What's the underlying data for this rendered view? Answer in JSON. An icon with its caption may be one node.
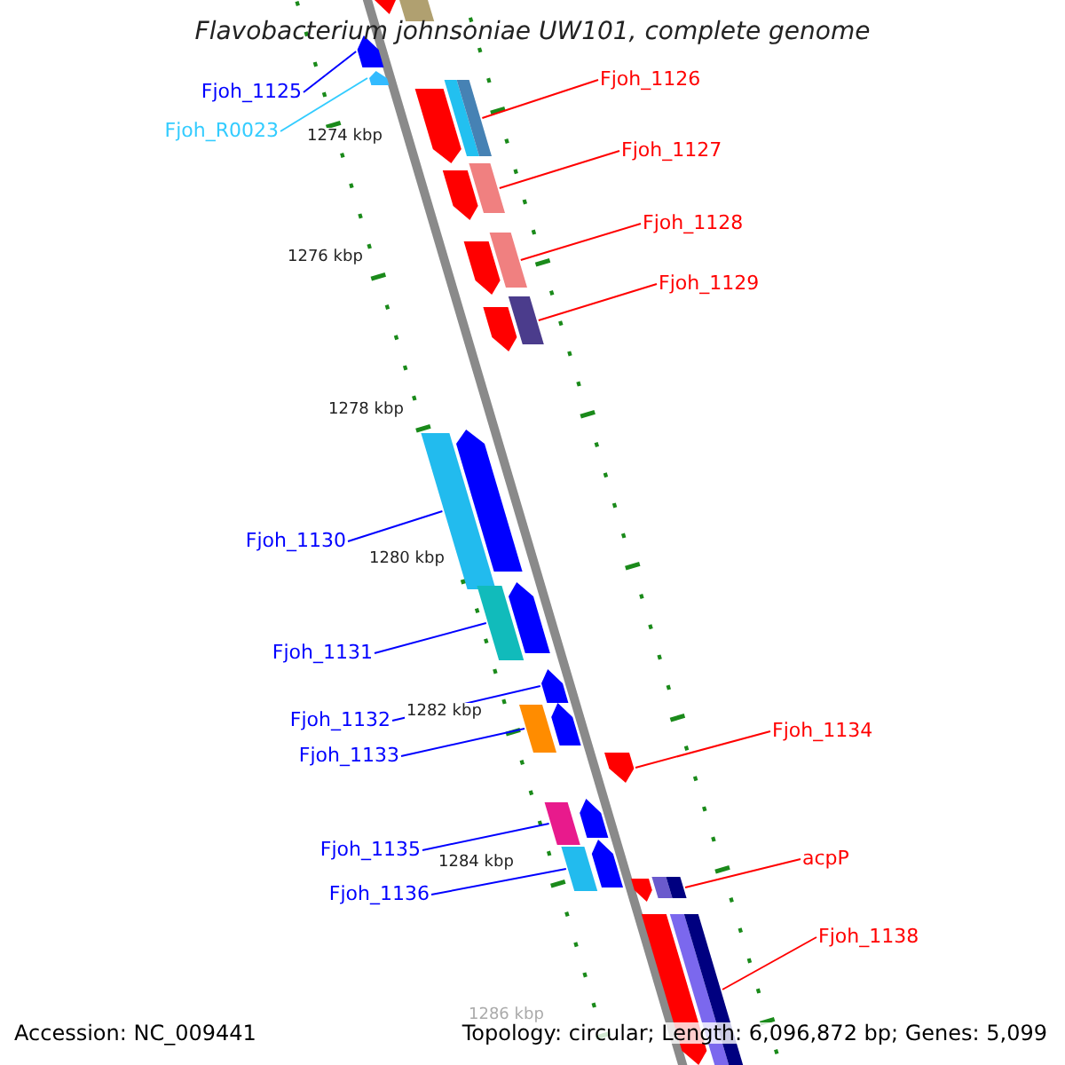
{
  "diagram": {
    "title": "Flavobacterium johnsoniae UW101, complete genome",
    "nodes": [
      {
        "text": [
          "Fjoh_1125"
        ]
      },
      {
        "text": [
          "Fjoh_R0023"
        ]
      },
      {
        "text": [
          "Fjoh_1126"
        ]
      },
      {
        "text": [
          "Fjoh_1127"
        ]
      },
      {
        "text": [
          "Fjoh_1128"
        ]
      },
      {
        "text": [
          "Fjoh_1129"
        ]
      },
      {
        "text": [
          "Fjoh_1130"
        ]
      },
      {
        "text": [
          "Fjoh_1131"
        ]
      },
      {
        "text": [
          "Fjoh_1132"
        ]
      },
      {
        "text": [
          "Fjoh_1133"
        ]
      },
      {
        "text": [
          "Fjoh_1134"
        ]
      },
      {
        "text": [
          "Fjoh_1135"
        ]
      },
      {
        "text": [
          "Fjoh_1136"
        ]
      },
      {
        "text": [
          "acpP"
        ]
      },
      {
        "text": [
          "Fjoh_1138"
        ]
      },
      {
        "text": [],
        "shape": "bar"
      },
      {
        "text": [],
        "shape": "bar"
      },
      {
        "text": [],
        "shape": "bar"
      },
      {
        "text": [],
        "shape": "bar"
      },
      {
        "text": [],
        "shape": "bar"
      },
      {
        "text": [],
        "shape": "bar"
      },
      {
        "text": [],
        "shape": "bar"
      },
      {
        "text": [],
        "shape": "bar"
      },
      {
        "text": [],
        "shape": "bar"
      },
      {
        "text": [],
        "shape": "bar"
      },
      {
        "text": [],
        "shape": "bar"
      },
      {
        "text": [],
        "shape": "bar"
      },
      {
        "text": [],
        "shape": "bar"
      },
      {
        "text": [],
        "shape": "bar"
      },
      {
        "text": [],
        "shape": "bar"
      },
      {
        "text": [],
        "shape": "bar"
      },
      {
        "text": [],
        "shape": "bar"
      },
      {
        "text": [],
        "shape": "bar"
      },
      {
        "text": [],
        "shape": "bar"
      },
      {
        "text": [],
        "shape": "bar"
      },
      {
        "text": [],
        "shape": "bar"
      },
      {
        "text": [],
        "shape": "bar"
      },
      {
        "text": [],
        "shape": "bar"
      },
      {
        "text": [],
        "shape": "bar"
      },
      {
        "text": [],
        "shape": "bar"
      },
      {
        "text": [],
        "shape": "bar"
      },
      {
        "text": [],
        "shape": "bar"
      },
      {
        "text": [],
        "shape": "bar"
      },
      {
        "text": [],
        "shape": "bar"
      },
      {
        "text": [],
        "shape": "bar"
      },
      {
        "text": [],
        "shape": "bar"
      }
    ],
    "edges": [
      {
        "from": 0,
        "to": 17,
        "arrow": "none",
        "color": "#0000ff"
      },
      {
        "from": 1,
        "to": 18,
        "arrow": "none",
        "color": "#33ccff"
      },
      {
        "from": 2,
        "to": 21,
        "arrow": "none",
        "color": "#ff0000"
      },
      {
        "from": 3,
        "to": 23,
        "arrow": "none",
        "color": "#ff0000"
      },
      {
        "from": 4,
        "to": 25,
        "arrow": "none",
        "color": "#ff0000"
      },
      {
        "from": 5,
        "to": 27,
        "arrow": "none",
        "color": "#ff0000"
      },
      {
        "from": 6,
        "to": 28,
        "arrow": "none",
        "color": "#0000ff"
      },
      {
        "from": 7,
        "to": 30,
        "arrow": "none",
        "color": "#0000ff"
      },
      {
        "from": 8,
        "to": 32,
        "arrow": "none",
        "color": "#0000ff"
      },
      {
        "from": 9,
        "to": 33,
        "arrow": "none",
        "color": "#0000ff"
      },
      {
        "from": 10,
        "to": 35,
        "arrow": "none",
        "color": "#ff0000"
      },
      {
        "from": 11,
        "to": 36,
        "arrow": "none",
        "color": "#0000ff"
      },
      {
        "from": 12,
        "to": 38,
        "arrow": "none",
        "color": "#0000ff"
      },
      {
        "from": 13,
        "to": 42,
        "arrow": "none",
        "color": "#ff0000"
      },
      {
        "from": 14,
        "to": 45,
        "arrow": "none",
        "color": "#ff0000"
      }
    ],
    "labels": [
      "1274 kbp",
      "1276 kbp",
      "1278 kbp",
      "1280 kbp",
      "1282 kbp",
      "1284 kbp",
      "1286 kbp",
      "Accession: NC_009441",
      "Topology: circular; Length: 6,096,872 bp; Genes: 5,099"
    ]
  }
}
